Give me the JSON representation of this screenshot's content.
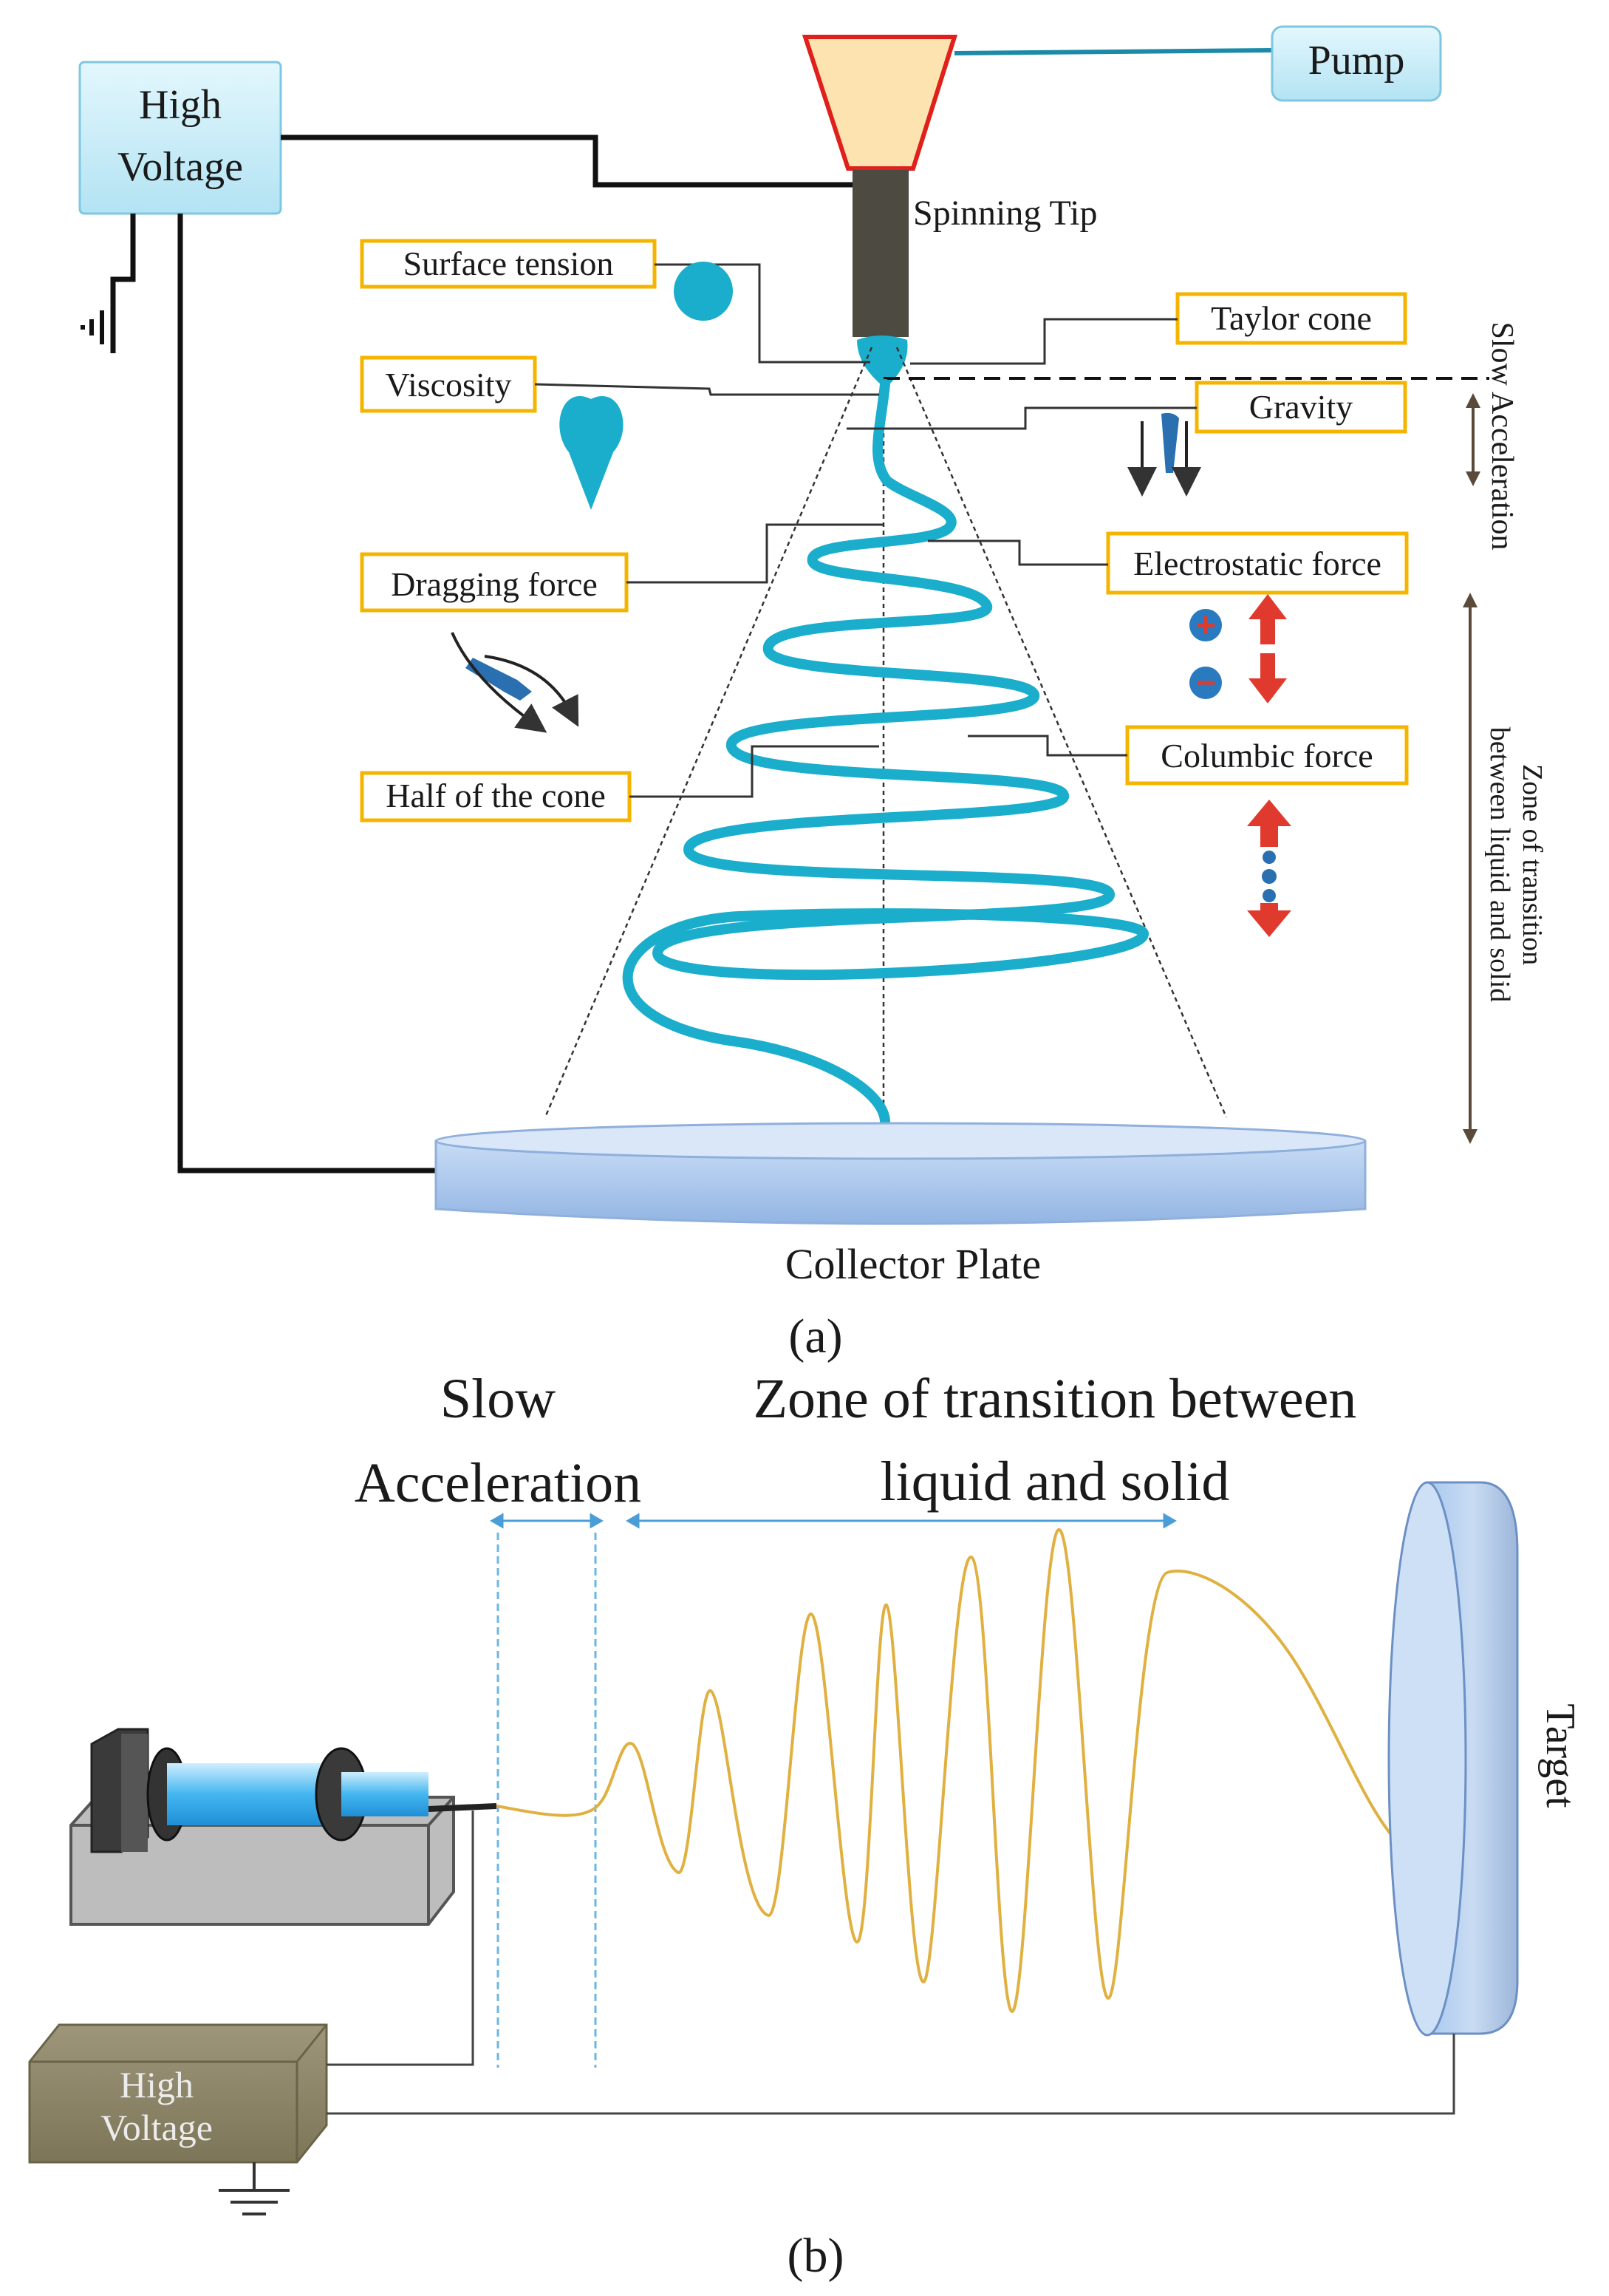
{
  "panel_a": {
    "high_voltage": [
      "High",
      "Voltage"
    ],
    "pump": "Pump",
    "spinning_tip": "Spinning Tip",
    "labels": {
      "surface_tension": "Surface tension",
      "taylor_cone": "Taylor cone",
      "viscosity": "Viscosity",
      "gravity": "Gravity",
      "dragging_force": "Dragging  force",
      "electrostatic_force": "Electrostatic  force",
      "columbic_force": "Columbic force",
      "half_cone": "Half of the cone"
    },
    "slow_acceleration": "Slow Acceleration",
    "zone_transition": [
      "Zone of transition",
      "between liquid and solid"
    ],
    "collector_plate": "Collector  Plate",
    "caption": "(a)"
  },
  "panel_b": {
    "slow_acceleration": [
      "Slow",
      "Acceleration"
    ],
    "zone_transition": [
      "Zone of transition between",
      "liquid and solid"
    ],
    "target": "Target",
    "high_voltage": [
      "High",
      "Voltage"
    ],
    "caption": "(b)"
  },
  "colors": {
    "jet": "#1aaecc",
    "label_border": "#f4b400",
    "pump_box": "#c9eef8",
    "funnel_fill": "#fde3b0",
    "funnel_stroke": "#e0201b",
    "fiber_b": "#e0b040",
    "arrow_red": "#e03a2e"
  }
}
